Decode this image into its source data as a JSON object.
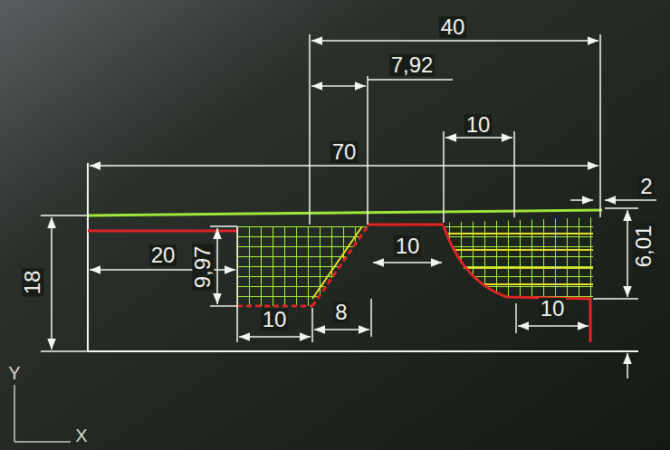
{
  "diagram": {
    "labels": [
      "40",
      "7,92",
      "70",
      "10",
      "2",
      "20",
      "9,97",
      "10",
      "6,01",
      "18",
      "10",
      "8",
      "10",
      "Y",
      "X"
    ]
  }
}
